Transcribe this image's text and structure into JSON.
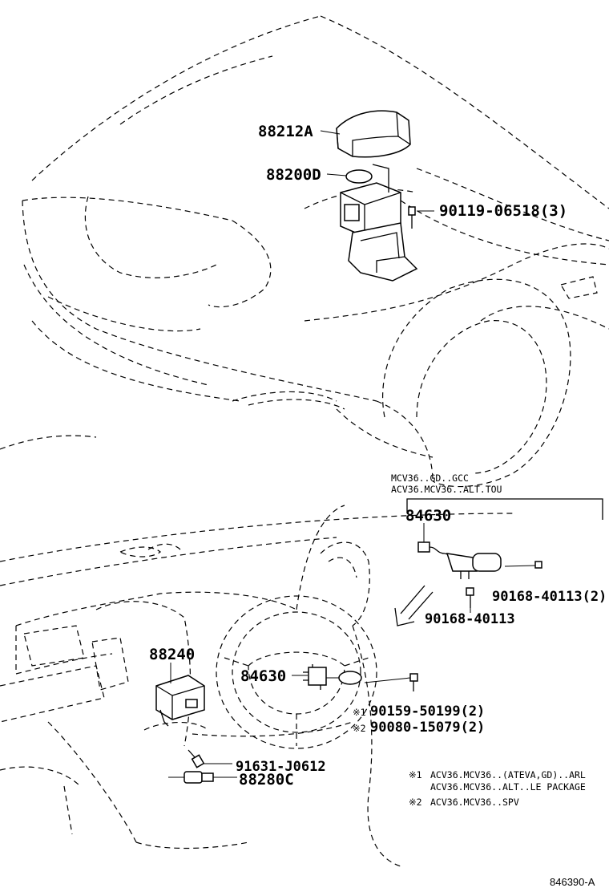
{
  "labels": {
    "p88212A": "88212A",
    "p88200D": "88200D",
    "p90119": "90119-06518(3)",
    "cond_line1": "MCV36..GD..GCC",
    "cond_line2": "ACV36.MCV36..ALT.TOU",
    "p84630_top": "84630",
    "p90168_2": "90168-40113(2)",
    "p90168": "90168-40113",
    "p88240": "88240",
    "p84630_mid": "84630",
    "p90159": "90159-50199(2)",
    "p90080": "90080-15079(2)",
    "p91631": "91631-J0612",
    "p88280C": "88280C",
    "mark1": "※1",
    "mark2": "※2",
    "note1_mark": "※1",
    "note1_line1": "ACV36.MCV36..(ATEVA,GD)..ARL",
    "note1_line2": "ACV36.MCV36..ALT..LE PACKAGE",
    "note2_mark": "※2",
    "note2_line1": "ACV36.MCV36..SPV",
    "diagram_ref": "846390-A"
  }
}
